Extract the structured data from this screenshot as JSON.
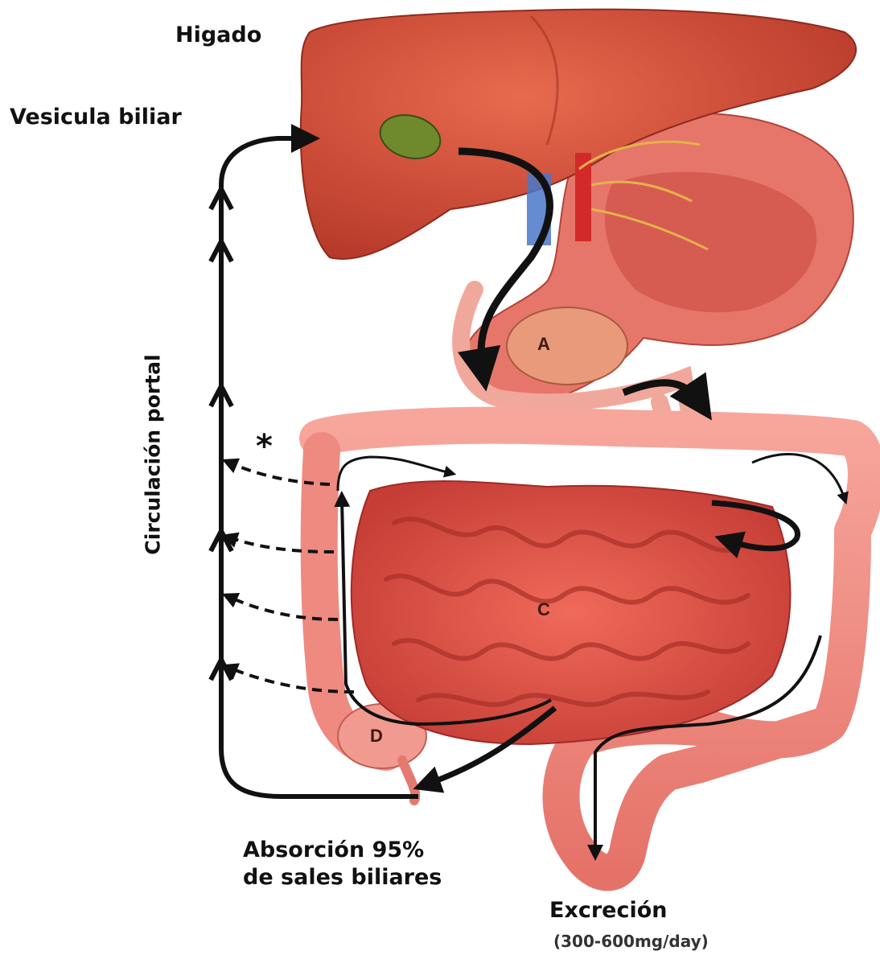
{
  "labels": {
    "liver": "Higado",
    "gallbladder": "Vesicula biliar",
    "portal": "Circulación portal",
    "absorption_line1": "Absorción 95%",
    "absorption_line2": "de sales biliares",
    "excretion": "Excreción",
    "excretion_rate": "(300-600mg/day)"
  },
  "regions": {
    "a": "A",
    "c": "C",
    "d": "D",
    "asterisk": "*"
  },
  "colors": {
    "liver": "#d9503a",
    "intestine": "#e8685a",
    "colon": "#f08a80",
    "gallbladder": "#6f8a2c",
    "arrow": "#111111"
  }
}
